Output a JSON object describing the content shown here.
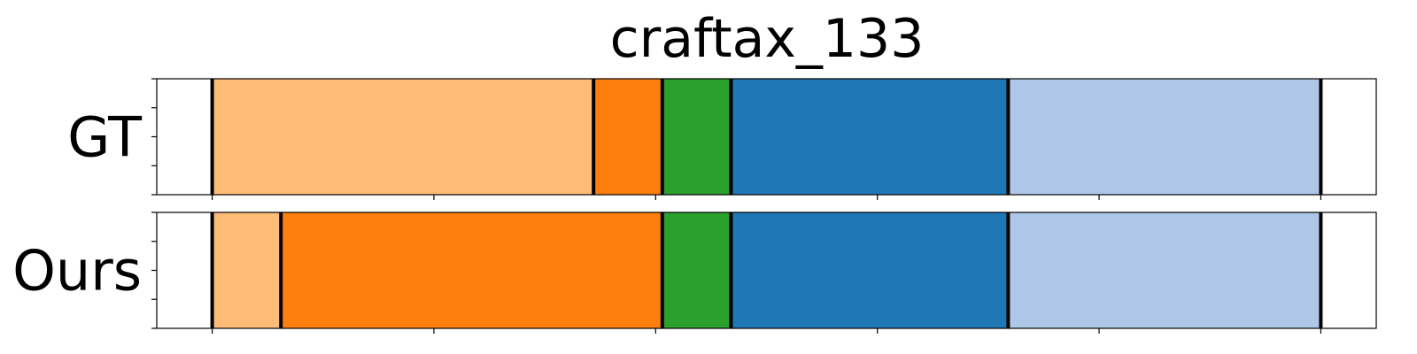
{
  "chart_data": {
    "type": "bar",
    "orientation": "horizontal-segments",
    "title": "craftax_133",
    "xlim": [
      0,
      110
    ],
    "x_tick_values": [
      5,
      25,
      45,
      65,
      85,
      105
    ],
    "x_tick_labels_visible": false,
    "rows": [
      {
        "label": "GT",
        "segments": [
          {
            "start": 5,
            "end": 39.4,
            "color": "#ffbb78"
          },
          {
            "start": 39.4,
            "end": 45.6,
            "color": "#ff7f0e"
          },
          {
            "start": 45.6,
            "end": 51.8,
            "color": "#2ca02c"
          },
          {
            "start": 51.8,
            "end": 76.8,
            "color": "#1f77b4"
          },
          {
            "start": 76.8,
            "end": 105,
            "color": "#aec7e8"
          }
        ]
      },
      {
        "label": "Ours",
        "segments": [
          {
            "start": 5,
            "end": 11.2,
            "color": "#ffbb78"
          },
          {
            "start": 11.2,
            "end": 45.6,
            "color": "#ff7f0e"
          },
          {
            "start": 45.6,
            "end": 51.8,
            "color": "#2ca02c"
          },
          {
            "start": 51.8,
            "end": 76.8,
            "color": "#1f77b4"
          },
          {
            "start": 76.8,
            "end": 105,
            "color": "#aec7e8"
          }
        ]
      }
    ]
  }
}
